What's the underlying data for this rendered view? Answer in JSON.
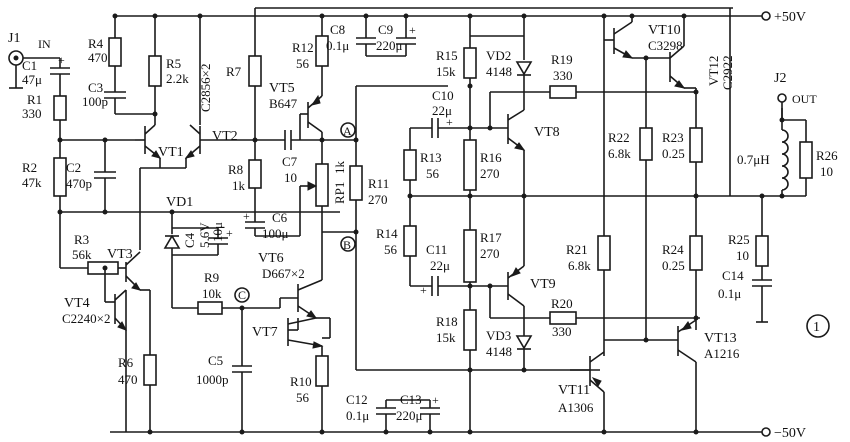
{
  "rails": {
    "pos": "+50V",
    "neg": "−50V"
  },
  "connectors": {
    "j1": {
      "ref": "J1",
      "name": "IN"
    },
    "j2": {
      "ref": "J2",
      "name": "OUT"
    }
  },
  "nodes": {
    "a": "A",
    "b": "B",
    "c": "C"
  },
  "figure_number": "1",
  "components": {
    "c1": {
      "ref": "C1",
      "value": "47μ"
    },
    "r1": {
      "ref": "R1",
      "value": "330"
    },
    "r2": {
      "ref": "R2",
      "value": "47k"
    },
    "c2": {
      "ref": "C2",
      "value": "470p"
    },
    "r3": {
      "ref": "R3",
      "value": "56k"
    },
    "r4": {
      "ref": "R4",
      "value": "470"
    },
    "c3": {
      "ref": "C3",
      "value": "100p"
    },
    "r5": {
      "ref": "R5",
      "value": "2.2k"
    },
    "vt1": {
      "ref": "VT1"
    },
    "vt2": {
      "ref": "VT2"
    },
    "pair12": {
      "value": "C2856×2"
    },
    "vt3": {
      "ref": "VT3"
    },
    "vt4": {
      "ref": "VT4",
      "value": "C2240×2"
    },
    "r6": {
      "ref": "R6",
      "value": "470"
    },
    "vd1": {
      "ref": "VD1"
    },
    "c4": {
      "ref": "C4",
      "value": "5.6V"
    },
    "c4b": {
      "value": "10μ"
    },
    "r9": {
      "ref": "R9",
      "value": "10k"
    },
    "c5": {
      "ref": "C5",
      "value": "1000p"
    },
    "r7": {
      "ref": "R7"
    },
    "r8": {
      "ref": "R8",
      "value": "1k"
    },
    "c6": {
      "ref": "C6",
      "value": "100μ"
    },
    "c7": {
      "ref": "C7",
      "value": "10"
    },
    "r12": {
      "ref": "R12",
      "value": "56"
    },
    "vt5": {
      "ref": "VT5",
      "value": "B647"
    },
    "c8": {
      "ref": "C8",
      "value": "0.1μ"
    },
    "c9": {
      "ref": "C9",
      "value": "220μ"
    },
    "rp1": {
      "ref": "RP1",
      "value": "1k"
    },
    "r11": {
      "ref": "R11",
      "value": "270"
    },
    "vt6": {
      "ref": "VT6",
      "value": "D667×2"
    },
    "vt7": {
      "ref": "VT7"
    },
    "r10": {
      "ref": "R10",
      "value": "56"
    },
    "c12": {
      "ref": "C12",
      "value": "0.1μ"
    },
    "c13": {
      "ref": "C13",
      "value": "220μ"
    },
    "r15": {
      "ref": "R15",
      "value": "15k"
    },
    "vd2": {
      "ref": "VD2",
      "value": "4148"
    },
    "r19": {
      "ref": "R19",
      "value": "330"
    },
    "c10": {
      "ref": "C10",
      "value": "22μ"
    },
    "vt8": {
      "ref": "VT8"
    },
    "r13": {
      "ref": "R13",
      "value": "56"
    },
    "r16": {
      "ref": "R16",
      "value": "270"
    },
    "r14": {
      "ref": "R14",
      "value": "56"
    },
    "c11": {
      "ref": "C11",
      "value": "22μ"
    },
    "r17": {
      "ref": "R17",
      "value": "270"
    },
    "vt9": {
      "ref": "VT9"
    },
    "r18": {
      "ref": "R18",
      "value": "15k"
    },
    "vd3": {
      "ref": "VD3",
      "value": "4148"
    },
    "r20": {
      "ref": "R20",
      "value": "330"
    },
    "r21": {
      "ref": "R21",
      "value": "6.8k"
    },
    "r22": {
      "ref": "R22",
      "value": "6.8k"
    },
    "r23": {
      "ref": "R23",
      "value": "0.25"
    },
    "r24": {
      "ref": "R24",
      "value": "0.25"
    },
    "vt10": {
      "ref": "VT10",
      "value": "C3298"
    },
    "vt12": {
      "ref": "VT12",
      "value": "C2922"
    },
    "vt11": {
      "ref": "VT11",
      "value": "A1306"
    },
    "vt13": {
      "ref": "VT13",
      "value": "A1216"
    },
    "l1": {
      "value": "0.7μH"
    },
    "r26": {
      "ref": "R26",
      "value": "10"
    },
    "r25": {
      "ref": "R25",
      "value": "10"
    },
    "c14": {
      "ref": "C14",
      "value": "0.1μ"
    }
  }
}
